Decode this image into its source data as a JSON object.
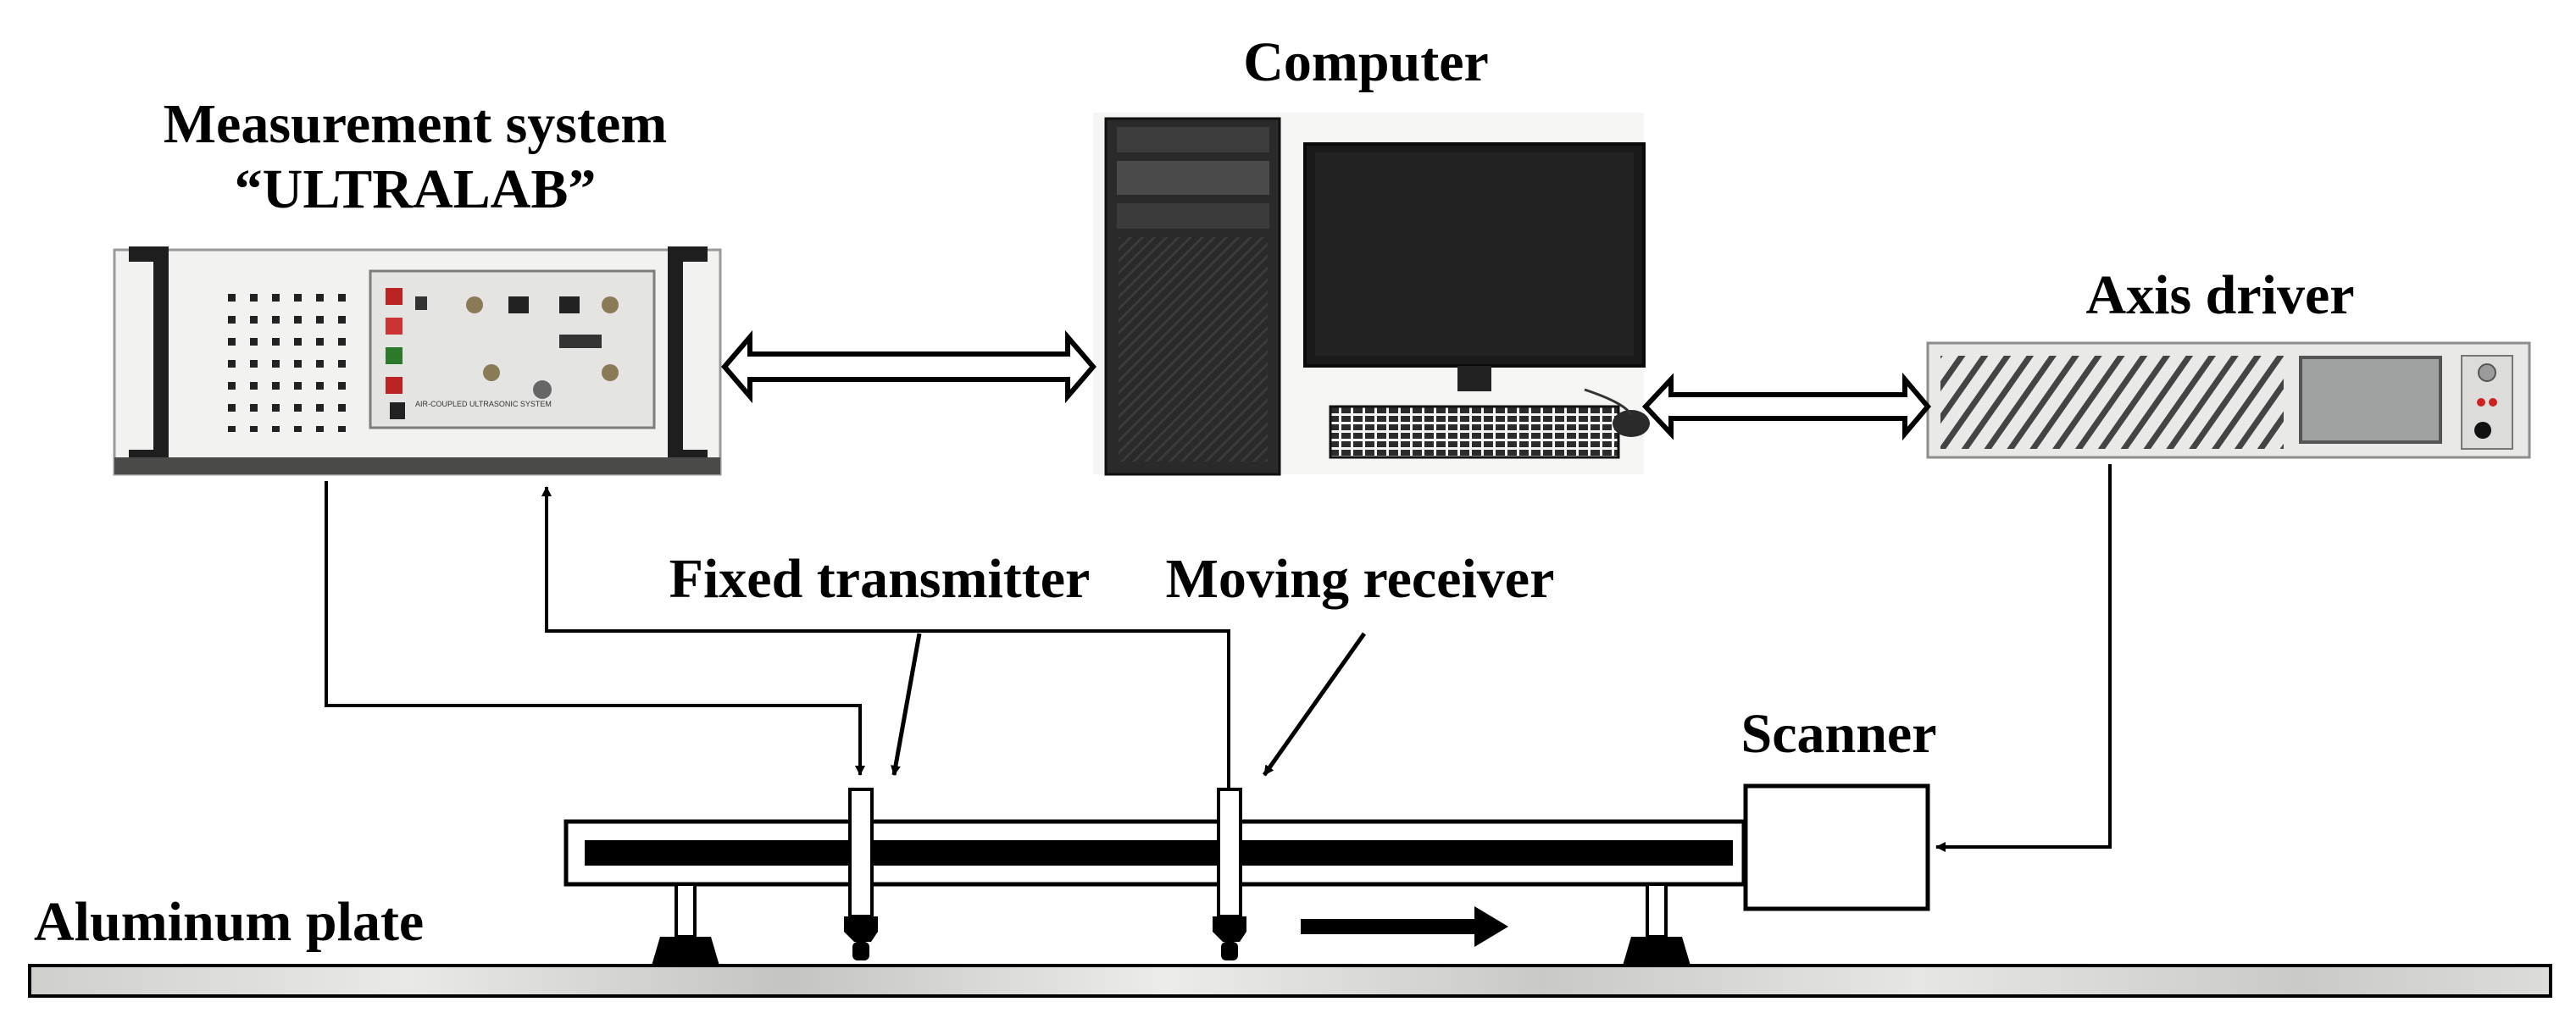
{
  "labels": {
    "measurement_line1": "Measurement system",
    "measurement_line2": "“ULTRALAB”",
    "computer": "Computer",
    "axis_driver": "Axis driver",
    "fixed_transmitter": "Fixed transmitter",
    "moving_receiver": "Moving receiver",
    "scanner": "Scanner",
    "aluminum_plate": "Aluminum plate"
  },
  "device_text": {
    "ultralab_panel_small": "AIR-COUPLED ULTRASONIC SYSTEM"
  },
  "icons": {
    "double_arrow": "double-arrow-icon",
    "motion_arrow": "right-arrow-icon"
  },
  "colors": {
    "line": "#000000",
    "plate": "#d9d9d7",
    "panel": "#e8e8e6"
  }
}
